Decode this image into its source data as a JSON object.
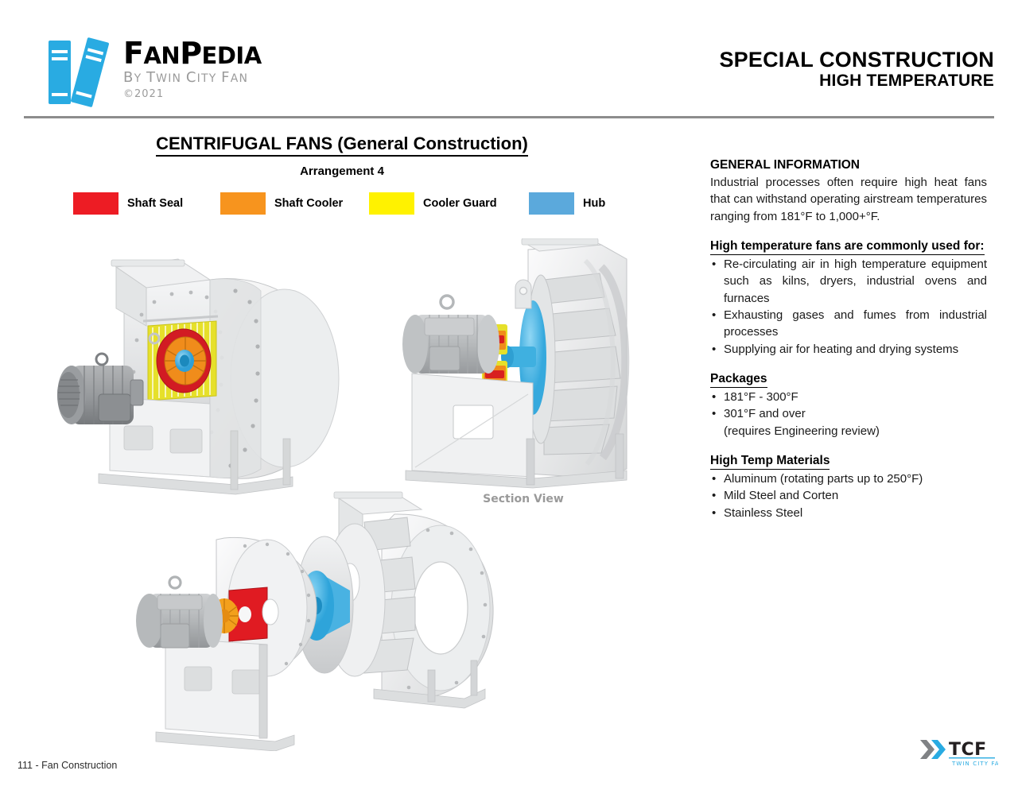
{
  "header": {
    "brand": {
      "icon": "books-icon",
      "title_part1": "F",
      "title_part2": "AN",
      "title_part3": "P",
      "title_part4": "EDIA",
      "title_full": "FanPedia",
      "subtitle_part1": "B",
      "subtitle_part2": "Y ",
      "subtitle_part3": "T",
      "subtitle_part4": "WIN ",
      "subtitle_part5": "C",
      "subtitle_part6": "ITY ",
      "subtitle_part7": "F",
      "subtitle_part8": "AN",
      "subtitle_full": "by Twin City Fan",
      "copyright": "©2021"
    },
    "title_main": "SPECIAL CONSTRUCTION",
    "title_sub": "HIGH TEMPERATURE"
  },
  "section": {
    "title": "CENTRIFUGAL FANS (General Construction)",
    "subtitle": "Arrangement 4"
  },
  "legend": {
    "items": [
      {
        "label": "Shaft Seal",
        "color": "#ED1C24"
      },
      {
        "label": "Shaft Cooler",
        "color": "#F7941E"
      },
      {
        "label": "Cooler Guard",
        "color": "#FFF200"
      },
      {
        "label": "Hub",
        "color": "#5BA9DC"
      }
    ]
  },
  "renders": {
    "main_view_name": "centrifugal-fan-arrangement-4-render",
    "section_view_name": "centrifugal-fan-section-view-render",
    "section_view_caption": "Section View",
    "exploded_view_name": "centrifugal-fan-exploded-view-render"
  },
  "info": {
    "general_heading": "GENERAL INFORMATION",
    "general_text": "Industrial processes often require high heat fans that can withstand operating airstream temperatures ranging from 181°F to 1,000+°F.",
    "uses_heading": "High temperature fans are commonly used for:",
    "uses": [
      "Re-circulating air in high temperature equipment such as kilns, dryers, industrial ovens and furnaces",
      "Exhausting gases and fumes from industrial processes",
      "Supplying air for heating and drying systems"
    ],
    "packages_heading": "Packages",
    "packages": [
      {
        "main": "181°F - 300°F",
        "cont": ""
      },
      {
        "main": "301°F and over",
        "cont": "(requires Engineering review)"
      }
    ],
    "materials_heading": "High Temp Materials",
    "materials": [
      "Aluminum (rotating parts up to 250°F)",
      "Mild Steel and Corten",
      "Stainless Steel"
    ]
  },
  "footer": {
    "page_label": "111 - Fan Construction",
    "logo": {
      "name": "tcf-logo",
      "mark": "TCF",
      "tagline": "TWIN CITY FAN",
      "chevron_grey": "#808285",
      "chevron_blue": "#29ABE2"
    }
  },
  "colors": {
    "brand_blue": "#29ABE2",
    "divider_grey": "#8C8C8C",
    "caption_grey": "#9A9A9A",
    "text_black": "#231F20"
  }
}
